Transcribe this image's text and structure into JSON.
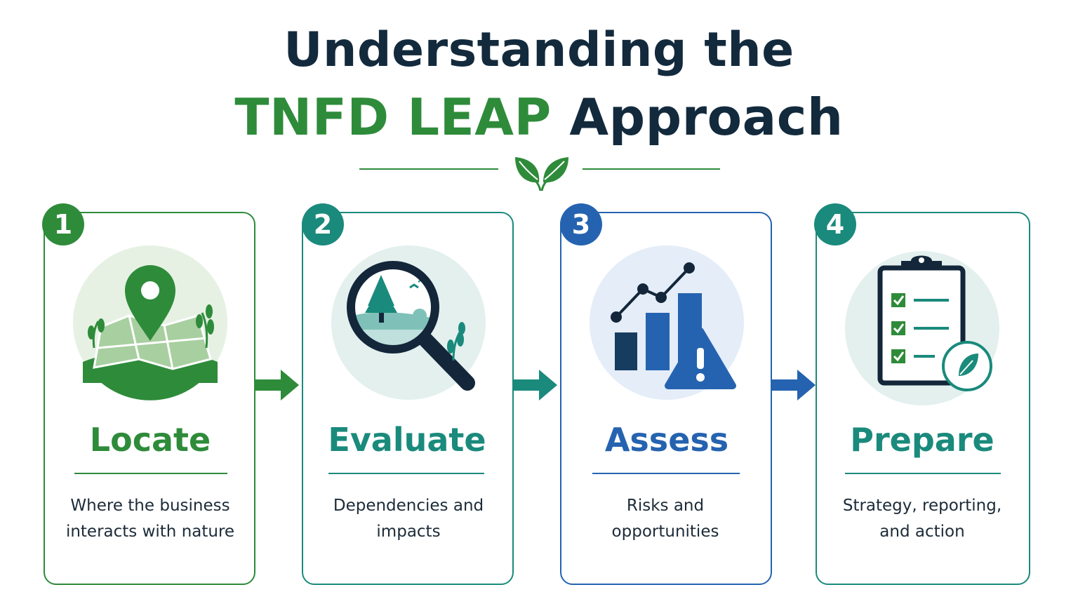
{
  "title": {
    "line1": "Understanding the",
    "line2_highlight": "TNFD LEAP",
    "line2_rest": "Approach"
  },
  "colors": {
    "green": "#2e8b3a",
    "teal": "#1a8a7c",
    "blue": "#2563b0",
    "navy": "#132a3d"
  },
  "steps": [
    {
      "number": "1",
      "name": "Locate",
      "desc_line1": "Where the business",
      "desc_line2": "interacts with nature",
      "icon": "map-pin-icon"
    },
    {
      "number": "2",
      "name": "Evaluate",
      "desc_line1": "Dependencies and",
      "desc_line2": "impacts",
      "icon": "magnifier-landscape-icon"
    },
    {
      "number": "3",
      "name": "Assess",
      "desc_line1": "Risks and",
      "desc_line2": "opportunities",
      "icon": "chart-warning-icon"
    },
    {
      "number": "4",
      "name": "Prepare",
      "desc_line1": "Strategy, reporting,",
      "desc_line2": "and action",
      "icon": "clipboard-checklist-icon"
    }
  ]
}
